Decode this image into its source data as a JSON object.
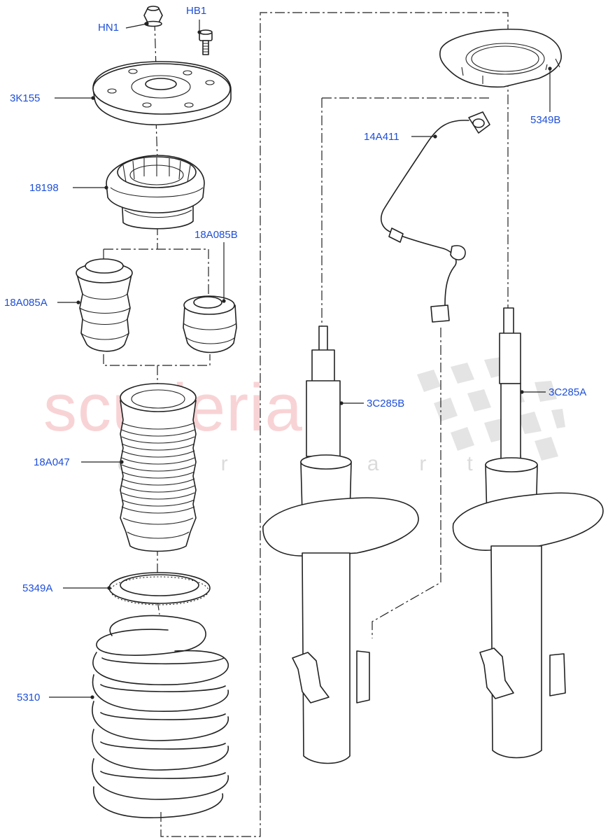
{
  "watermark": {
    "main": "scuderia",
    "sub": "car parts"
  },
  "colors": {
    "callout": "#1e4fd8",
    "line": "#222222",
    "watermark_red": "#e33a44"
  },
  "callouts": {
    "hn1": "HN1",
    "hb1": "HB1",
    "3k155": "3K155",
    "18198": "18198",
    "18a085b": "18A085B",
    "18a085a": "18A085A",
    "18a047": "18A047",
    "5349a": "5349A",
    "5310": "5310",
    "14a411": "14A411",
    "5349b": "5349B",
    "3c285b": "3C285B",
    "3c285a": "3C285A"
  }
}
